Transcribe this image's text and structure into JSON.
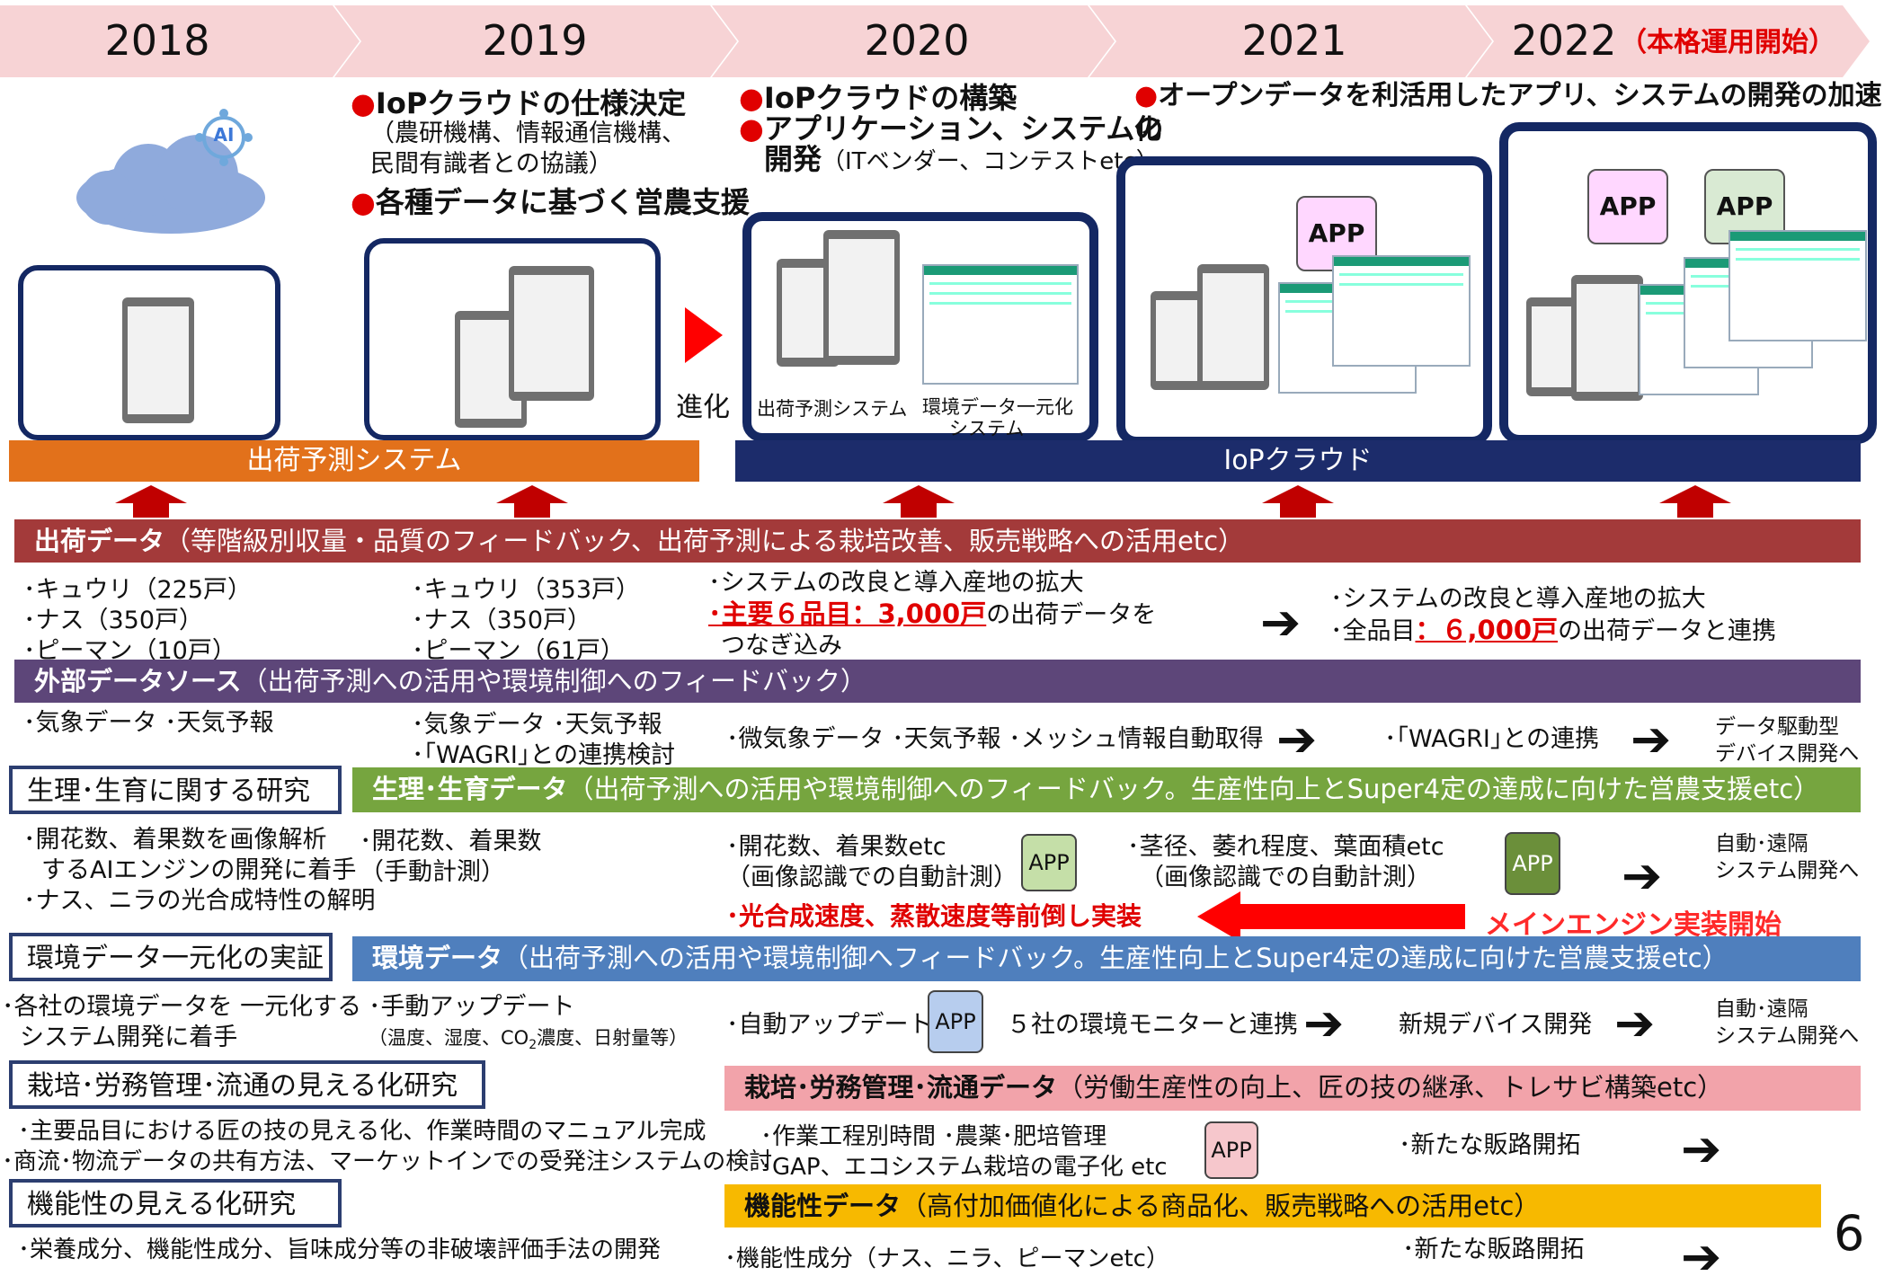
{
  "timeline": {
    "years": [
      "2018",
      "2019",
      "2020",
      "2021",
      "2022"
    ],
    "year_2022_note": "（本格運用開始）"
  },
  "milestones": {
    "y2019_a": "IoPクラウドの仕様決定",
    "y2019_a_sub1": "（農研機構、情報通信機構、",
    "y2019_a_sub2": "民間有識者との協議）",
    "y2019_b": "各種データに基づく営農支援",
    "y2020_a": "IoPクラウドの構築",
    "y2020_b": "アプリケーション、システムの",
    "y2020_b2": "開発",
    "y2020_b2_sub": "（ITベンダー、コンテストetc）",
    "y2021_a": "オープンデータを利活用したアプリ、システムの開発の加速化",
    "bullet": "●"
  },
  "visuals": {
    "ai_label": "AI",
    "evolve": "進化",
    "caption_ship": "出荷予測システム",
    "caption_env": "環境データ一元化",
    "caption_env2": "システム",
    "app_label": "APP"
  },
  "platform_bars": {
    "left": "出荷予測システム",
    "right": "IoPクラウド"
  },
  "sections": {
    "shipping": {
      "title": "出荷データ",
      "desc": "（等階級別収量・品質のフィードバック、出荷予測による栽培改善、販売戦略への活用etc）",
      "col2018": [
        "･キュウリ（225戸）",
        "･ナス（350戸）",
        "･ピーマン（10戸）"
      ],
      "col2019": [
        "･キュウリ（353戸）",
        "･ナス（350戸）",
        "･ピーマン（61戸）"
      ],
      "col2020_1": "･システムの改良と導入産地の拡大",
      "col2020_2_red": "･主要６品目：3,000戸",
      "col2020_2_rest": "の出荷データを",
      "col2020_3": "つなぎ込み",
      "col2021_1": "･システムの改良と導入産地の拡大",
      "col2021_2_a": "･全品目",
      "col2021_2_red": "：６,000戸",
      "col2021_2_b": "の出荷データと連携"
    },
    "external": {
      "title": "外部データソース",
      "desc": "（出荷予測への活用や環境制御へのフィードバック）",
      "col2018": "･気象データ ･天気予報",
      "col2019_1": "･気象データ ･天気予報",
      "col2019_2": "･｢WAGRI｣との連携検討",
      "col2020": "･微気象データ ･天気予報 ･メッシュ情報自動取得",
      "col2021": "･｢WAGRI｣との連携",
      "col2022_1": "データ駆動型",
      "col2022_2": "デバイス開発へ"
    },
    "physiology": {
      "research": "生理･生育に関する研究",
      "title": "生理･生育データ",
      "desc": "（出荷予測への活用や環境制御へのフィードバック。生産性向上とSuper4定の達成に向けた営農支援etc）",
      "col2018": [
        "･開花数、着果数を画像解析",
        "するAIエンジンの開発に着手",
        "･ナス、ニラの光合成特性の解明"
      ],
      "col2019": [
        "･開花数、着果数",
        "（手動計測）"
      ],
      "col2020": [
        "･開花数、着果数etc",
        "（画像認識での自動計測）"
      ],
      "col2021": [
        "･茎径、萎れ程度、葉面積etc",
        "（画像認識での自動計測）"
      ],
      "col2022": [
        "自動･遠隔",
        "システム開発へ"
      ],
      "red_left": "･光合成速度、蒸散速度等前倒し実装",
      "red_right": "メインエンジン実装開始"
    },
    "environment": {
      "research": "環境データ一元化の実証",
      "title": "環境データ",
      "desc": "（出荷予測への活用や環境制御へフィードバック。生産性向上とSuper4定の達成に向けた営農支援etc）",
      "col2018": [
        "･各社の環境データを 一元化する",
        "システム開発に着手"
      ],
      "col2019_1": "･手動アップデート",
      "col2019_2": "（温度、湿度、CO",
      "col2019_2_sub": "2",
      "col2019_2_rest": "濃度、日射量等）",
      "col2020": "･自動アップデート",
      "col2020b": "５社の環境モニターと連携",
      "col2021": "新規デバイス開発",
      "col2022": [
        "自動･遠隔",
        "システム開発へ"
      ]
    },
    "cultivation": {
      "research": "栽培･労務管理･流通の見える化研究",
      "title": "栽培･労務管理･流通データ",
      "desc": "（労働生産性の向上、匠の技の継承、トレサビ構築etc）",
      "col2018": [
        "･主要品目における匠の技の見える化、作業時間のマニュアル完成",
        "･商流･物流データの共有方法、マーケットインでの受発注システムの検討"
      ],
      "col2020": [
        "･作業工程別時間 ･農薬･肥培管理",
        "･GAP、エコシステム栽培の電子化 etc"
      ],
      "col2021": "･新たな販路開拓"
    },
    "functional": {
      "research": "機能性の見える化研究",
      "title": "機能性データ",
      "desc": "（高付加価値化による商品化、販売戦略への活用etc）",
      "col2018": "･栄養成分、機能性成分、旨味成分等の非破壊評価手法の開発",
      "col2020": "･機能性成分（ナス、ニラ、ピーマンetc）",
      "col2021": "･新たな販路開拓"
    }
  },
  "arrow_glyph": "➔",
  "page_number": "6",
  "colors": {
    "chevron": "#f7d3d5",
    "orange_bar": "#e2711b",
    "navy_bar": "#1c2c6b",
    "shipping": "#a33a3a",
    "external": "#5d4679",
    "physiology": "#76a53f",
    "environment": "#4f7fbd",
    "cultivation": "#f2a3aa",
    "functional": "#f7b900",
    "red_text": "#e00000"
  }
}
